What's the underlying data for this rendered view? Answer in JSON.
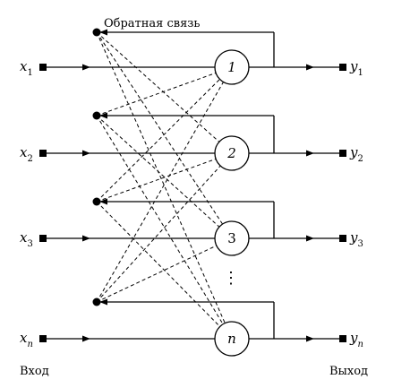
{
  "feedback_label": "Обратная связь",
  "input_label": "Вход",
  "output_label": "Выход",
  "dots_label": "⋮",
  "inputs": [
    {
      "name": "x",
      "sub": "1"
    },
    {
      "name": "x",
      "sub": "2"
    },
    {
      "name": "x",
      "sub": "3"
    },
    {
      "name": "x",
      "sub": "n"
    }
  ],
  "outputs": [
    {
      "name": "y",
      "sub": "1"
    },
    {
      "name": "y",
      "sub": "2"
    },
    {
      "name": "y",
      "sub": "3"
    },
    {
      "name": "y",
      "sub": "n"
    }
  ],
  "neurons": [
    {
      "label": "1",
      "italic": true
    },
    {
      "label": "2",
      "italic": true
    },
    {
      "label": "3",
      "italic": false
    },
    {
      "label": "n",
      "italic": true
    }
  ]
}
